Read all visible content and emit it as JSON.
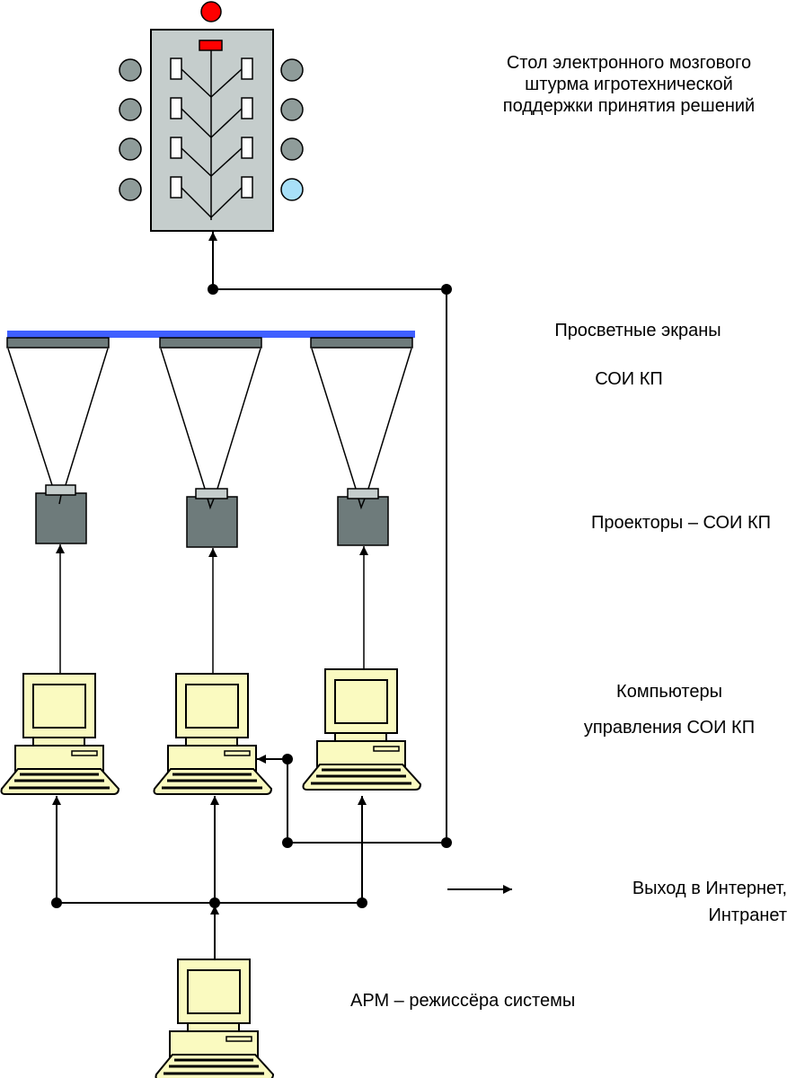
{
  "labels": {
    "table": [
      "Стол электронного мозгового",
      "штурма игротехнической",
      "поддержки принятия решений"
    ],
    "screens": "Просветные экраны",
    "soi": "СОИ КП",
    "projectors": "Проекторы – СОИ КП",
    "computers": [
      "Компьютеры",
      "управления СОИ КП"
    ],
    "internet": [
      "Выход в Интернет,",
      "Интранет"
    ],
    "arm": "АРМ – режиссёра системы"
  },
  "colors": {
    "table": "#c5cdcc",
    "chair": "#8f9c9a",
    "chair_highlight": "#a8e0f8",
    "leader": "#ff0000",
    "screen_bar": "#3f5fff",
    "projector": "#6e7b7b",
    "lens": "#c5cdcc",
    "computer": "#fafac0"
  }
}
